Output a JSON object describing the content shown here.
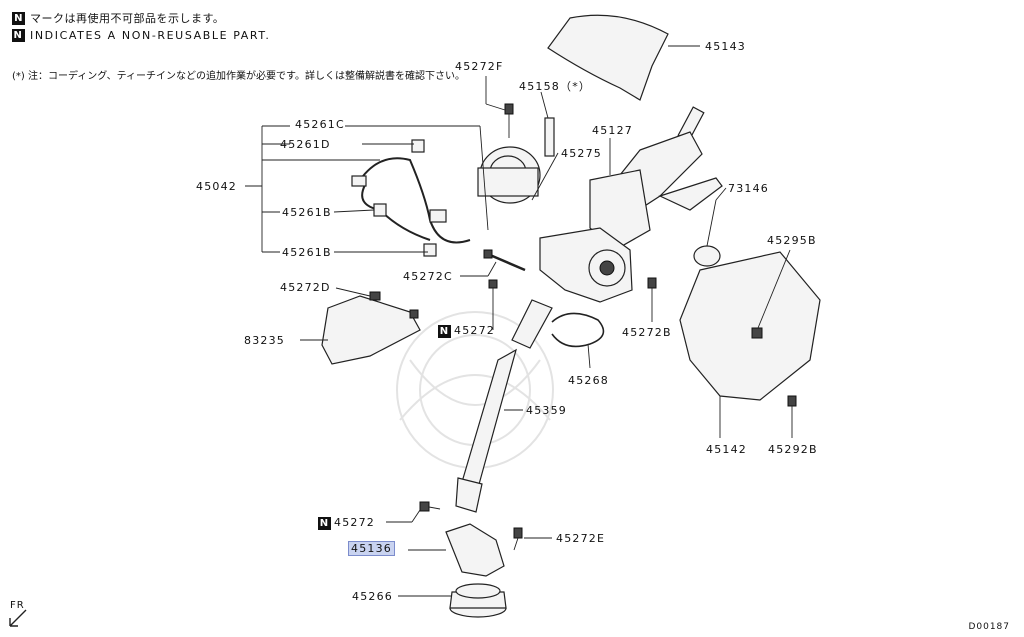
{
  "legend": {
    "nr_symbol": "N",
    "line_jp": "マークは再使用不可部品を示します。",
    "line_en": "INDICATES A NON-REUSABLE PART."
  },
  "note": "(*) 注：コーディング、ティーチインなどの追加作業が必要です。詳しくは整備解説書を確認下さい。",
  "callouts": {
    "p45143": "45143",
    "p45272F": "45272F",
    "p45158": "45158（*）",
    "p45127": "45127",
    "p45275": "45275",
    "p45261C": "45261C",
    "p45261D": "45261D",
    "p45042": "45042",
    "p45261B_a": "45261B",
    "p45261B_b": "45261B",
    "p73146": "73146",
    "p45295B": "45295B",
    "p45272C": "45272C",
    "p45272D": "45272D",
    "p45272_n1": "45272",
    "p45272B": "45272B",
    "p83235": "83235",
    "p45268": "45268",
    "p45359": "45359",
    "p45142": "45142",
    "p45292B": "45292B",
    "p45272_n2": "45272",
    "p45136": "45136",
    "p45272E": "45272E",
    "p45266": "45266"
  },
  "fr_label": "FR",
  "diagram_id": "D00187"
}
